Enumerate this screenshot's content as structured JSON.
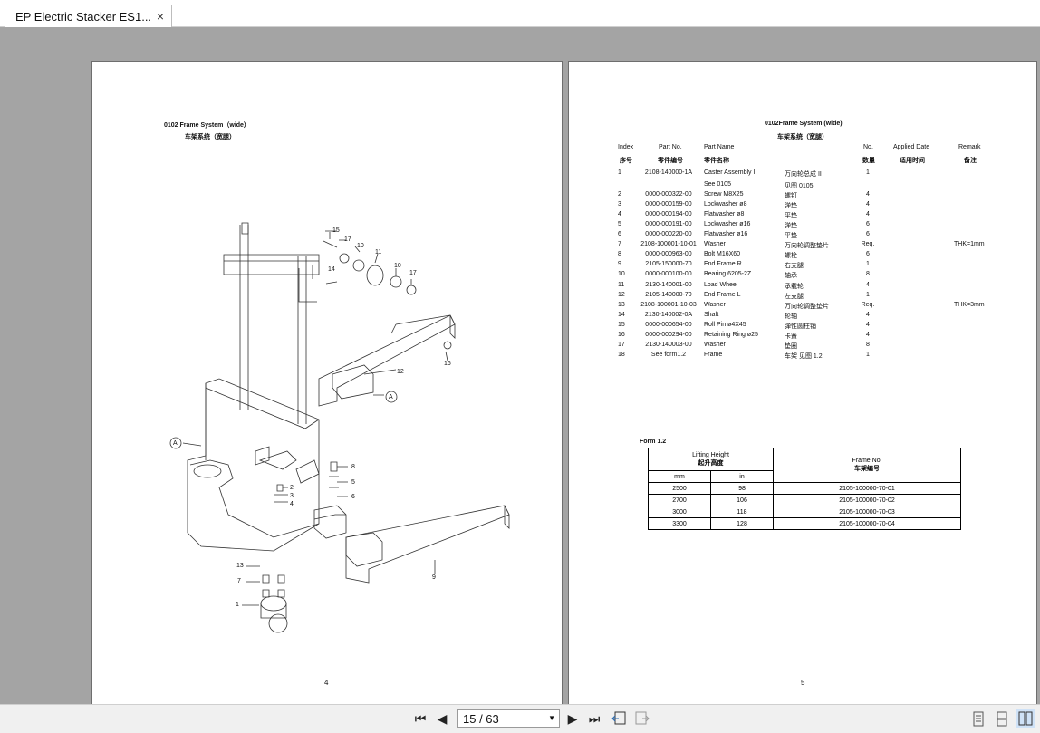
{
  "tab": {
    "title": "EP Electric Stacker ES1...",
    "close": "×"
  },
  "left_page": {
    "title": "0102 Frame System（wide）",
    "subtitle": "车架系统（宽腿）",
    "page_number": "4",
    "callouts": [
      "15",
      "17",
      "10",
      "11",
      "10",
      "17",
      "14",
      "12",
      "16",
      "A",
      "A",
      "8",
      "5",
      "6",
      "2",
      "3",
      "4",
      "13",
      "7",
      "1",
      "9"
    ]
  },
  "right_page": {
    "title": "0102Frame System (wide)",
    "subtitle": "车架系统（宽腿）",
    "headers": [
      "Index",
      "Part No.",
      "Part Name",
      "No.",
      "Applied Date",
      "Remark"
    ],
    "headers_cn": [
      "序号",
      "零件编号",
      "零件名称",
      "数量",
      "适用时间",
      "备注"
    ],
    "rows": [
      {
        "index": "1",
        "part": "2108-140000-1A",
        "name": "Caster Assembly II",
        "cn": "万向轮总成 II",
        "qty": "1",
        "remark": ""
      },
      {
        "index": "",
        "part": "",
        "name": "See 0105",
        "cn": "见图 0105",
        "qty": "",
        "remark": ""
      },
      {
        "index": "2",
        "part": "0000-000322-00",
        "name": "Screw M8X25",
        "cn": "螺钉",
        "qty": "4",
        "remark": ""
      },
      {
        "index": "3",
        "part": "0000-000159-00",
        "name": "Lockwasher ø8",
        "cn": "弹垫",
        "qty": "4",
        "remark": ""
      },
      {
        "index": "4",
        "part": "0000-000194-00",
        "name": "Flatwasher ø8",
        "cn": "平垫",
        "qty": "4",
        "remark": ""
      },
      {
        "index": "5",
        "part": "0000-000191-00",
        "name": "Lockwasher ø16",
        "cn": "弹垫",
        "qty": "6",
        "remark": ""
      },
      {
        "index": "6",
        "part": "0000-000220-00",
        "name": "Flatwasher ø16",
        "cn": "平垫",
        "qty": "6",
        "remark": ""
      },
      {
        "index": "7",
        "part": "2108-100001-10-01",
        "name": "Washer",
        "cn": "万向轮调整垫片",
        "qty": "Req.",
        "remark": "THK=1mm"
      },
      {
        "index": "8",
        "part": "0000-000963-00",
        "name": "Bolt M16X60",
        "cn": "螺栓",
        "qty": "6",
        "remark": ""
      },
      {
        "index": "9",
        "part": "2105-150000-70",
        "name": "End Frame R",
        "cn": "右支腿",
        "qty": "1",
        "remark": ""
      },
      {
        "index": "10",
        "part": "0000-000100-00",
        "name": "Bearing 6205-2Z",
        "cn": "轴承",
        "qty": "8",
        "remark": ""
      },
      {
        "index": "11",
        "part": "2130-140001-00",
        "name": "Load Wheel",
        "cn": "承载轮",
        "qty": "4",
        "remark": ""
      },
      {
        "index": "12",
        "part": "2105-140000-70",
        "name": "End Frame L",
        "cn": "左支腿",
        "qty": "1",
        "remark": ""
      },
      {
        "index": "13",
        "part": "2108-100001-10-03",
        "name": "Washer",
        "cn": "万向轮调整垫片",
        "qty": "Req.",
        "remark": "THK=3mm"
      },
      {
        "index": "14",
        "part": "2130-140002-0A",
        "name": "Shaft",
        "cn": "轮轴",
        "qty": "4",
        "remark": ""
      },
      {
        "index": "15",
        "part": "0000-000654-00",
        "name": "Roll Pin ø4X45",
        "cn": "弹性圆柱销",
        "qty": "4",
        "remark": ""
      },
      {
        "index": "16",
        "part": "0000-000294-00",
        "name": "Retaining Ring ø25",
        "cn": "卡簧",
        "qty": "4",
        "remark": ""
      },
      {
        "index": "17",
        "part": "2130-140003-00",
        "name": "Washer",
        "cn": "垫圈",
        "qty": "8",
        "remark": ""
      },
      {
        "index": "18",
        "part": "See form1.2",
        "name": "Frame",
        "cn": "车架 见图 1.2",
        "qty": "1",
        "remark": ""
      }
    ],
    "form": {
      "title": "Form 1.2",
      "lifting_height": "Lifting Height",
      "lifting_height_cn": "起升高度",
      "frame_no": "Frame No.",
      "frame_no_cn": "车架编号",
      "unit_mm": "mm",
      "unit_in": "in",
      "rows": [
        {
          "mm": "2500",
          "in": "98",
          "frame": "2105-100000-70-01"
        },
        {
          "mm": "2700",
          "in": "106",
          "frame": "2105-100000-70-02"
        },
        {
          "mm": "3000",
          "in": "118",
          "frame": "2105-100000-70-03"
        },
        {
          "mm": "3300",
          "in": "128",
          "frame": "2105-100000-70-04"
        }
      ]
    },
    "page_number": "5"
  },
  "toolbar": {
    "page_indicator": "15 / 63",
    "first": "⏮",
    "prev": "◀",
    "next": "▶",
    "last": "⏭"
  }
}
